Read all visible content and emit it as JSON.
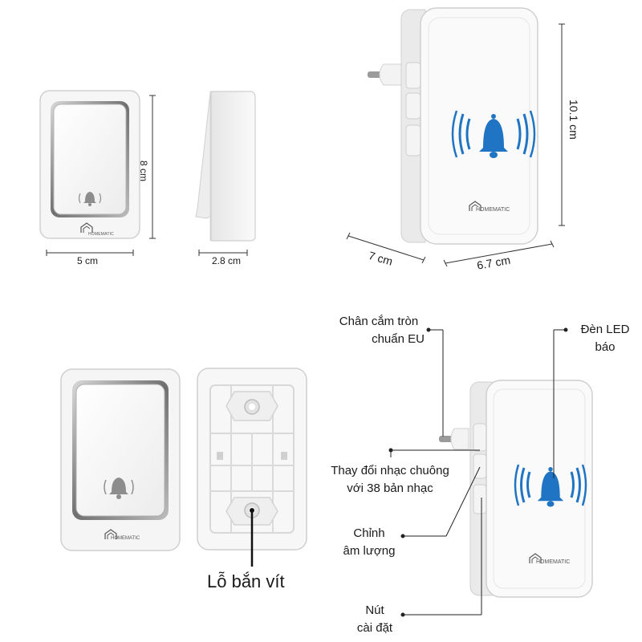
{
  "dimensions": {
    "button_height": "8 cm",
    "button_width": "5 cm",
    "button_depth": "2.8 cm",
    "receiver_height": "10.1 cm",
    "receiver_depth": "7 cm",
    "receiver_width": "6.7 cm"
  },
  "branding": {
    "logo_text": "HOMEMATIC"
  },
  "callouts": {
    "plug_line1": "Chân cắm tròn",
    "plug_line2": "chuẩn EU",
    "led_line1": "Đèn LED",
    "led_line2": "báo",
    "ringtone_line1": "Thay đổi nhạc chuông",
    "ringtone_line2": "với 38 bản nhạc",
    "volume_line1": "Chỉnh",
    "volume_line2": "âm lượng",
    "setup_line1": "Nút",
    "setup_line2": "cài đặt",
    "screw_hole": "Lỗ bắn vít"
  },
  "colors": {
    "bell_blue": "#1f74c4",
    "device_white": "#f7f7f7",
    "outline_gray": "#c8c8c8",
    "chrome": "#8a8a8a"
  }
}
